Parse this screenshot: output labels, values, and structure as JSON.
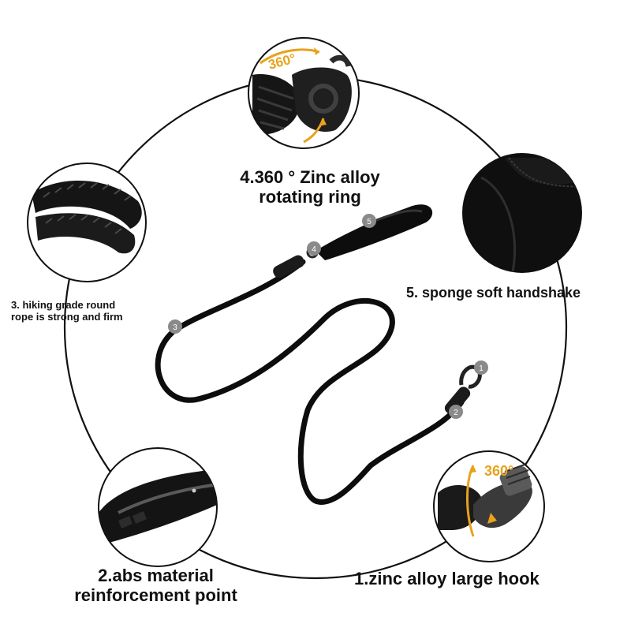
{
  "features": [
    {
      "number": "1",
      "text": "1.zinc alloy large hook"
    },
    {
      "number": "2",
      "line1": "2.abs material",
      "line2": "reinforcement point"
    },
    {
      "number": "3",
      "line1": "3. hiking grade round",
      "line2": "rope is strong and firm"
    },
    {
      "number": "4",
      "line1": "4.360 ° Zinc alloy",
      "line2": "rotating ring"
    },
    {
      "number": "5",
      "text": "5. sponge soft handshake"
    }
  ],
  "rotation_labels": {
    "top": "360°",
    "bottom": "360°"
  },
  "colors": {
    "accent_orange": "#e8a21c",
    "leash_black": "#0d0d0d",
    "badge_gray": "#8a8a8a",
    "ring": "#111111"
  }
}
